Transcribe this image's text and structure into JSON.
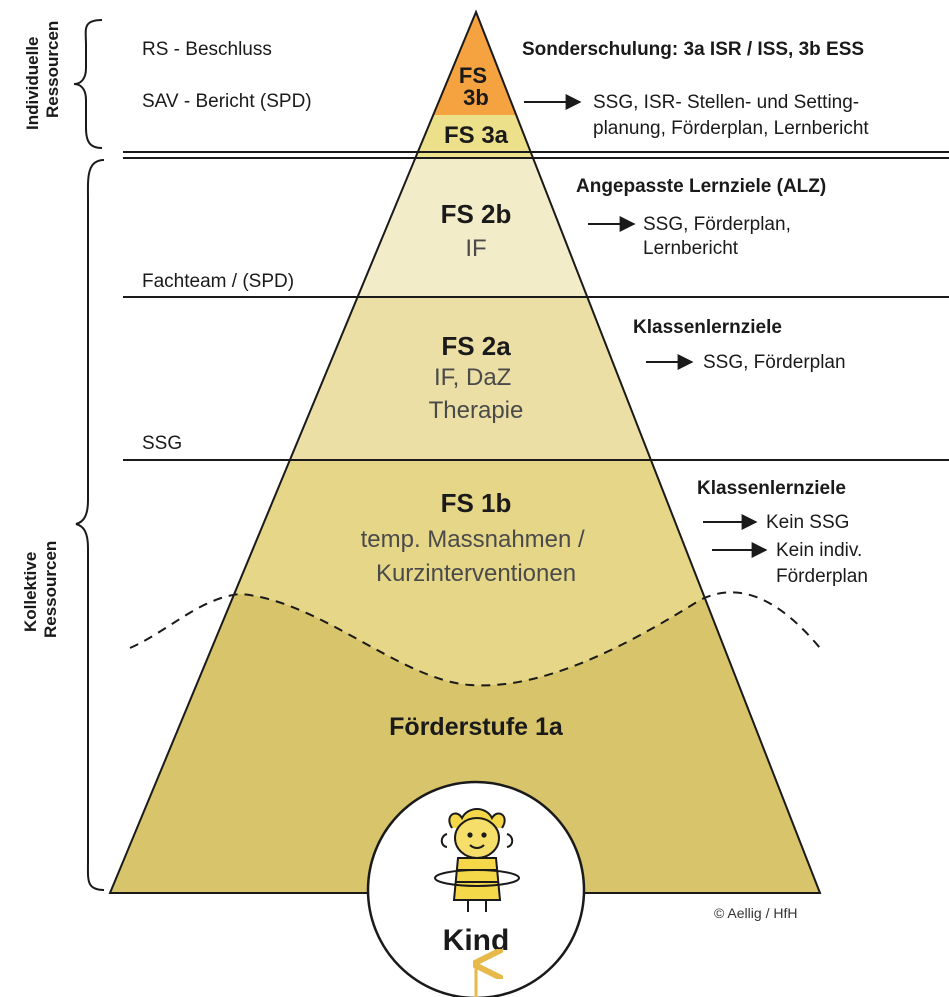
{
  "colors": {
    "fs3b": "#f4a340",
    "fs3a": "#ece08a",
    "fs2b": "#f3ecc8",
    "fs2a": "#ebdfa6",
    "fs1b": "#e6d788",
    "fs1a": "#d8c46a",
    "line": "#1a1a1a",
    "arrow_up": "#e6b94a"
  },
  "side_labels": {
    "individual": [
      "Individuelle",
      "Ressourcen"
    ],
    "collective": [
      "Kollektive",
      "Ressourcen"
    ]
  },
  "left_labels": {
    "rs": "RS - Beschluss",
    "sav": "SAV - Bericht (SPD)",
    "fachteam": "Fachteam / (SPD)",
    "ssg": "SSG"
  },
  "levels": {
    "fs3b": [
      "FS",
      "3b"
    ],
    "fs3a": "FS 3a",
    "fs2b": {
      "title": "FS 2b",
      "sub": "IF"
    },
    "fs2a": {
      "title": "FS 2a",
      "sub": [
        "IF, DaZ",
        "Therapie"
      ]
    },
    "fs1b": {
      "title": "FS 1b",
      "sub": [
        "temp. Massnahmen /",
        "Kurzinterventionen"
      ]
    },
    "fs1a": "Förderstufe 1a"
  },
  "right_labels": {
    "r3_head": "Sonderschulung: 3a ISR / ISS, 3b ESS",
    "r3_items": [
      "SSG, ISR- Stellen- und Setting-",
      "planung, Förderplan, Lernbericht"
    ],
    "r2b_head": "Angepasste Lernziele (ALZ)",
    "r2b_items": [
      "SSG, Förderplan,",
      "Lernbericht"
    ],
    "r2a_head": "Klassenlernziele",
    "r2a_items": [
      "SSG, Förderplan"
    ],
    "r1b_head": "Klassenlernziele",
    "r1b_item1": "Kein SSG",
    "r1b_item2": [
      "Kein indiv.",
      "Förderplan"
    ]
  },
  "kind": "Kind",
  "copyright": "© Aellig / HfH"
}
